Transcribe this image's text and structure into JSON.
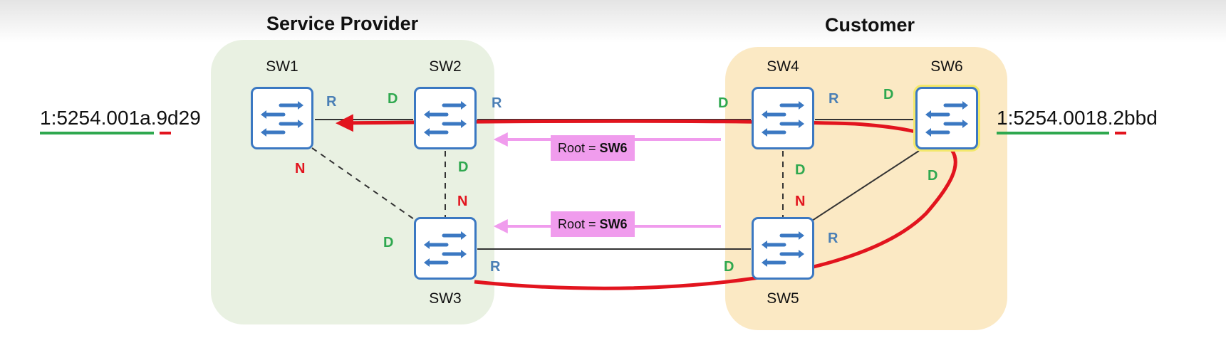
{
  "zones": {
    "provider": "Service Provider",
    "customer": "Customer"
  },
  "switches": [
    {
      "id": "SW1",
      "label": "SW1",
      "root": false
    },
    {
      "id": "SW2",
      "label": "SW2",
      "root": false
    },
    {
      "id": "SW3",
      "label": "SW3",
      "root": false
    },
    {
      "id": "SW4",
      "label": "SW4",
      "root": false
    },
    {
      "id": "SW5",
      "label": "SW5",
      "root": false
    },
    {
      "id": "SW6",
      "label": "SW6",
      "root": true
    }
  ],
  "links": [
    {
      "from": "SW1",
      "to": "SW2",
      "state": "forwarding"
    },
    {
      "from": "SW2",
      "to": "SW4",
      "state": "forwarding"
    },
    {
      "from": "SW4",
      "to": "SW6",
      "state": "forwarding"
    },
    {
      "from": "SW1",
      "to": "SW3",
      "state": "blocked"
    },
    {
      "from": "SW2",
      "to": "SW3",
      "state": "blocked"
    },
    {
      "from": "SW4",
      "to": "SW5",
      "state": "blocked"
    },
    {
      "from": "SW3",
      "to": "SW5",
      "state": "forwarding"
    },
    {
      "from": "SW5",
      "to": "SW6",
      "state": "forwarding"
    }
  ],
  "port_roles": {
    "sw1_to_sw2": "R",
    "sw1_to_sw3": "N",
    "sw2_to_sw1": "D",
    "sw2_to_sw4": "R",
    "sw2_to_sw3": "D",
    "sw3_to_sw2": "N",
    "sw3_to_sw1": "D",
    "sw3_to_sw5": "R",
    "sw4_to_sw2": "D",
    "sw4_to_sw6": "R",
    "sw4_to_sw5": "D",
    "sw6_to_sw4": "D",
    "sw6_to_sw5": "D",
    "sw5_to_sw4": "N",
    "sw5_to_sw6": "R",
    "sw5_to_sw3": "D"
  },
  "bpdu_labels": [
    {
      "prefix": "Root = ",
      "value": "SW6"
    },
    {
      "prefix": "Root = ",
      "value": "SW6"
    }
  ],
  "bridge_ids": {
    "left": "1:5254.001a.9d29",
    "right": "1:5254.0018.2bbd"
  },
  "colors": {
    "switch_border": "#3b78c2",
    "root_highlight": "#f3e86a",
    "path_arrow": "#e2141e",
    "bpdu_arrow": "#f09ced",
    "role_R": "#4a7fb5",
    "role_D": "#2fa84f",
    "role_N": "#e2141e",
    "provider_zone": "#e9f1e2",
    "customer_zone": "#fbe9c4"
  },
  "icons": {
    "switch": "switch-arrows-icon"
  }
}
